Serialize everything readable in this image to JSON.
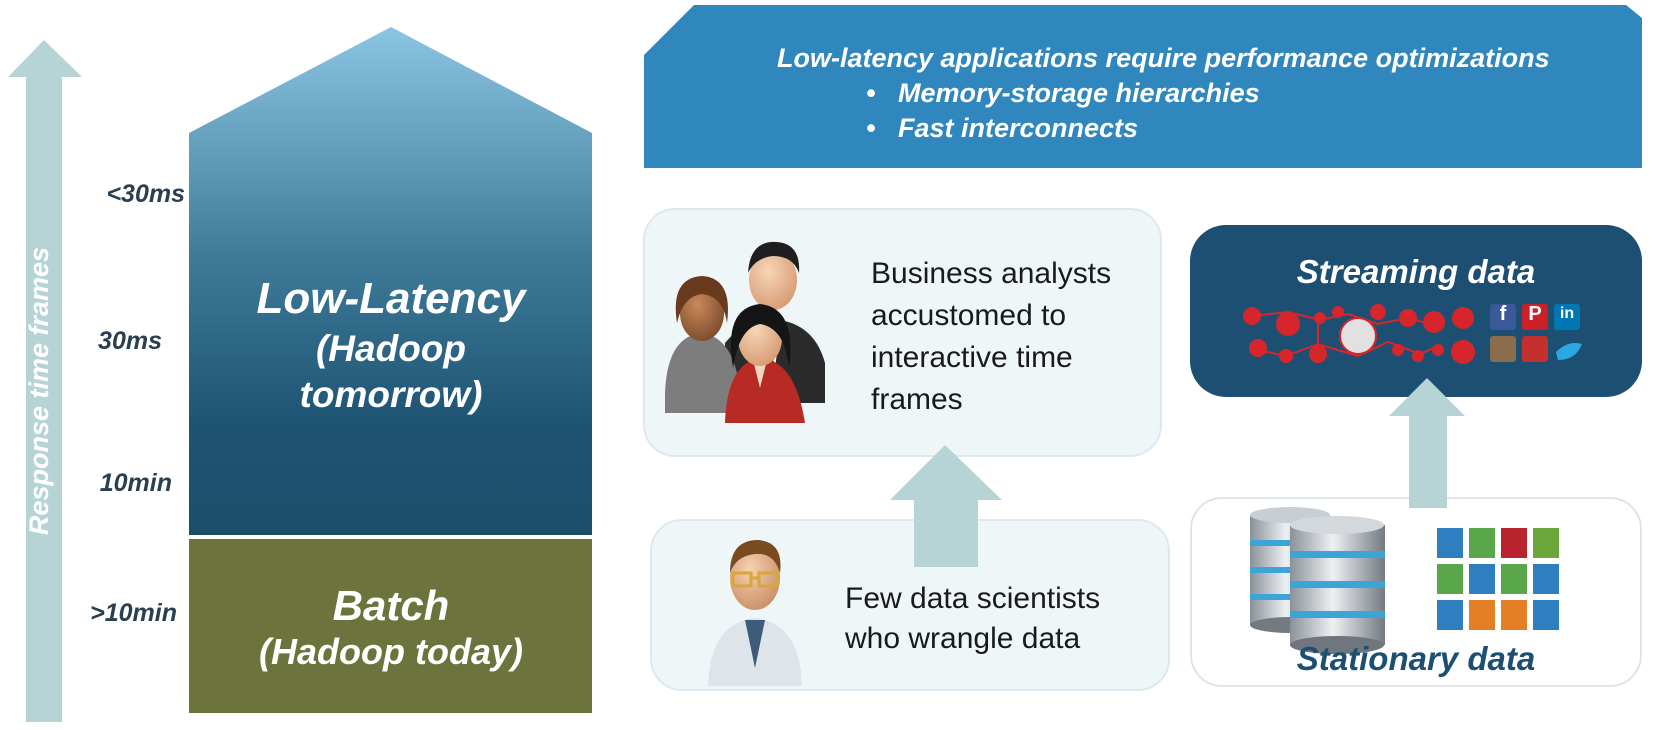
{
  "scale": {
    "axis_label": "Response time frames",
    "ticks": [
      "<30ms",
      "30ms",
      "10min",
      ">10min"
    ]
  },
  "low_latency": {
    "title": "Low-Latency",
    "subtitle_line1": "(Hadoop",
    "subtitle_line2": "tomorrow)"
  },
  "batch": {
    "title": "Batch",
    "subtitle": "(Hadoop today)"
  },
  "banner": {
    "heading": "Low-latency applications require performance optimizations",
    "bullets": [
      "Memory-storage hierarchies",
      "Fast interconnects"
    ]
  },
  "analysts_panel": {
    "line1": "Business analysts",
    "line2": "accustomed to",
    "line3": "interactive time",
    "line4": "frames",
    "icon": "people-group-icon"
  },
  "scientists_panel": {
    "line1": "Few data scientists",
    "line2": "who wrangle data",
    "icon": "scientist-icon"
  },
  "streaming_panel": {
    "title": "Streaming data",
    "social_labels": [
      "f",
      "P",
      "in"
    ],
    "icon": "iot-network-icon"
  },
  "stationary_panel": {
    "title": "Stationary data",
    "icon": "database-icon"
  },
  "colors": {
    "arrow": "#b6d4d6",
    "banner": "#2f87bd",
    "house_top": "#84bcdb",
    "house_bottom": "#1c4f6c",
    "batch": "#6c733c",
    "streaming": "#1c4f72",
    "iot_red": "#d7262b"
  }
}
